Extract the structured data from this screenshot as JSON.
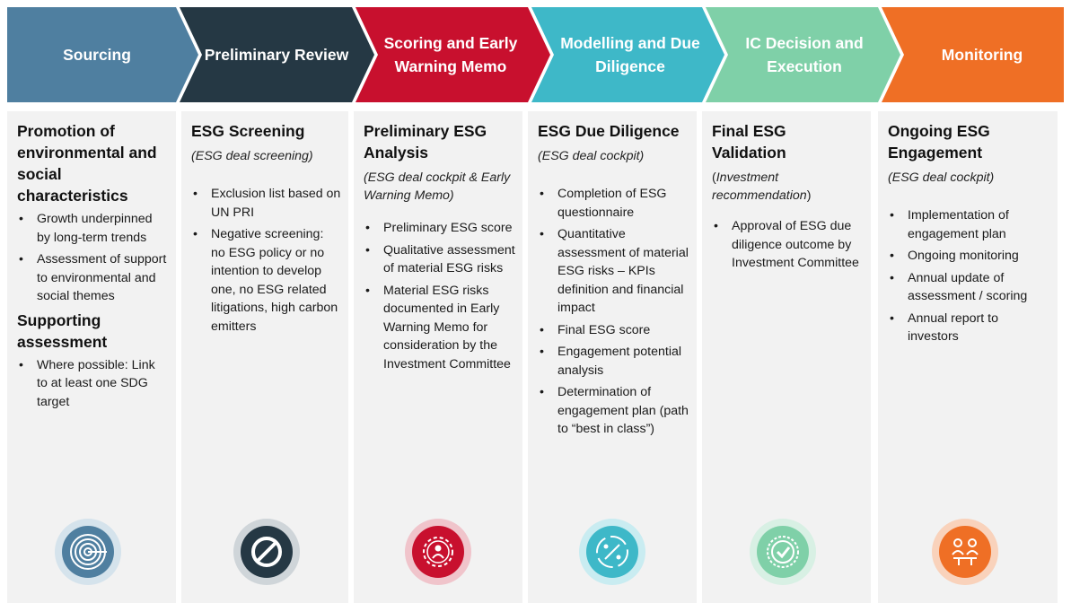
{
  "colors": {
    "sourcing": "#4F7FA0",
    "preliminary": "#253844",
    "scoring": "#C8102E",
    "modelling": "#3EB8C8",
    "ic": "#7FD0A8",
    "monitoring": "#EF6F25",
    "column_bg": "#f2f2f2"
  },
  "stages": [
    {
      "label": "Sourcing"
    },
    {
      "label": "Preliminary Review"
    },
    {
      "label": "Scoring and Early Warning Memo"
    },
    {
      "label": "Modelling and Due Diligence"
    },
    {
      "label": "IC Decision and Execution"
    },
    {
      "label": "Monitoring"
    }
  ],
  "columns": [
    {
      "title": "Promotion of environmental and social characteristics",
      "bullets": [
        "Growth underpinned by long-term trends",
        "Assessment of support to environmental and social themes"
      ],
      "title2": "Supporting assessment",
      "bullets2": [
        "Where possible: Link to at least one SDG target"
      ],
      "icon": "target-icon"
    },
    {
      "title": "ESG Screening",
      "subtitle": "(ESG deal screening)",
      "bullets": [
        "Exclusion list based on UN PRI",
        "Negative screening: no ESG policy or no intention to develop one, no ESG related litigations, high carbon emitters"
      ],
      "icon": "prohibited-icon"
    },
    {
      "title": "Preliminary ESG Analysis",
      "subtitle": "(ESG deal cockpit & Early Warning Memo)",
      "bullets": [
        "Preliminary ESG score",
        "Qualitative assessment of material ESG risks",
        "Material ESG risks documented in Early Warning Memo for consideration by the Investment Committee"
      ],
      "icon": "person-gear-icon"
    },
    {
      "title": "ESG Due Diligence",
      "subtitle": "(ESG deal cockpit)",
      "bullets": [
        "Completion of ESG questionnaire",
        "Quantitative assessment of material ESG risks – KPIs definition and financial impact",
        "Final ESG score",
        "Engagement potential analysis",
        "Determination of engagement plan (path to “best in class”)"
      ],
      "icon": "percent-arrows-icon"
    },
    {
      "title": "Final ESG Validation",
      "subtitle_open": "(",
      "subtitle_italic": "Investment recommendation",
      "subtitle_close": ")",
      "bullets": [
        "Approval of ESG due diligence outcome by Investment Committee"
      ],
      "icon": "check-badge-icon"
    },
    {
      "title": "Ongoing ESG Engagement",
      "subtitle": "(ESG deal cockpit)",
      "bullets": [
        "Implementation of engagement plan",
        "Ongoing monitoring",
        "Annual update of assessment / scoring",
        "Annual report to investors"
      ],
      "icon": "meeting-icon"
    }
  ]
}
